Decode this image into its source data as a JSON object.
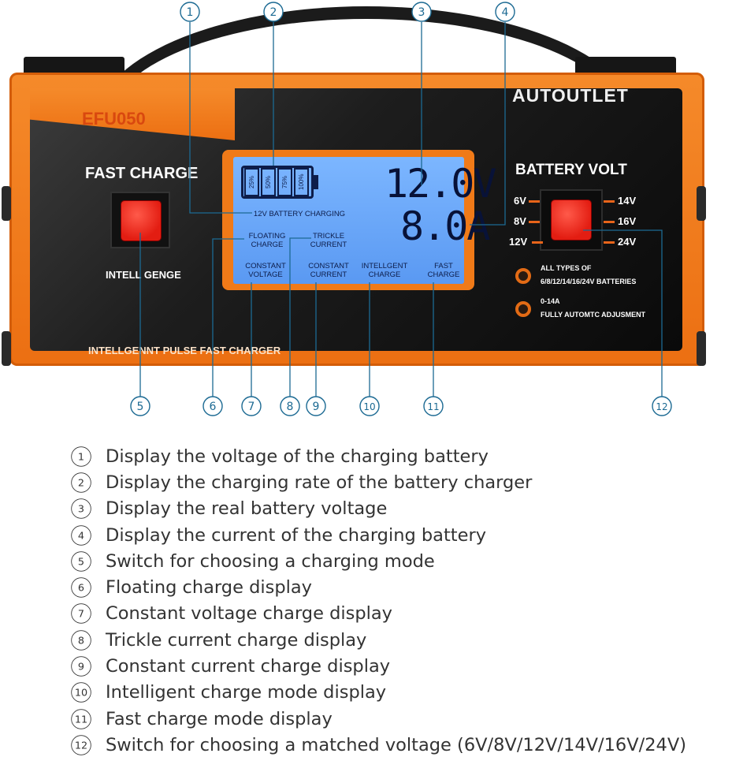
{
  "device": {
    "model": "EFU050",
    "brand": "AUTOUTLET",
    "fast_charge_title": "FAST CHARGE",
    "mode_label": "INTELL GENGE",
    "bottom_label": "INTELLGENNT PULSE FAST CHARGER",
    "battery_volt_title": "BATTERY VOLT"
  },
  "lcd": {
    "levels": [
      "25%",
      "50%",
      "75%",
      "100%"
    ],
    "voltage": "12.0V",
    "current": "8.0A",
    "battery_charging": "12V BATTERY CHARGING",
    "floating_charge": "FLOATING\nCHARGE",
    "trickle_current": "TRICKLE\nCURRENT",
    "constant_voltage": "CONSTANT\nVOLTAGE",
    "constant_current": "CONSTANT\nCURRENT",
    "intelligent_charge": "INTELLGENT\nCHARGE",
    "fast_charge": "FAST\nCHARGE"
  },
  "volt_selector": {
    "left": [
      "6V",
      "8V",
      "12V"
    ],
    "right": [
      "14V",
      "16V",
      "24V"
    ]
  },
  "info": {
    "line1a": "ALL TYPES OF",
    "line1b": "6/8/12/14/16/24V BATTERIES",
    "line2a": "0-14A",
    "line2b": "FULLY AUTOMTC ADJUSMENT"
  },
  "callouts": [
    "1",
    "2",
    "3",
    "4",
    "5",
    "6",
    "7",
    "8",
    "9",
    "10",
    "11",
    "12"
  ],
  "legend": [
    {
      "num": "1",
      "text": "Display the voltage of the charging battery"
    },
    {
      "num": "2",
      "text": "Display the charging rate of the battery charger"
    },
    {
      "num": "3",
      "text": "Display the real battery voltage"
    },
    {
      "num": "4",
      "text": "Display the current of the charging battery"
    },
    {
      "num": "5",
      "text": "Switch for choosing a charging mode"
    },
    {
      "num": "6",
      "text": "Floating charge display"
    },
    {
      "num": "7",
      "text": "Constant voltage charge display"
    },
    {
      "num": "8",
      "text": "Trickle current charge display"
    },
    {
      "num": "9",
      "text": "Constant current charge display"
    },
    {
      "num": "10",
      "text": "Intelligent charge mode display"
    },
    {
      "num": "11",
      "text": "Fast charge mode display"
    },
    {
      "num": "12",
      "text": "Switch for choosing a matched voltage (6V/8V/12V/14V/16V/24V)"
    }
  ]
}
